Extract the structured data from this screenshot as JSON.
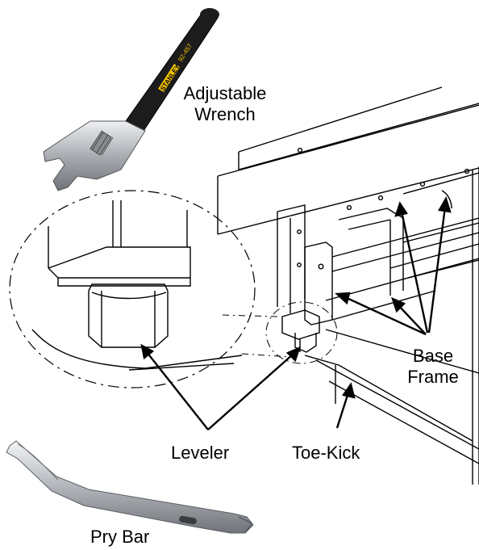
{
  "labels": {
    "wrench_line1": "Adjustable",
    "wrench_line2": "Wrench",
    "base_line1": "Base",
    "base_line2": "Frame",
    "leveler": "Leveler",
    "toe_kick": "Toe-Kick",
    "pry_bar": "Pry Bar"
  },
  "wrench_brand": {
    "brand": "STANLEY",
    "model": "92-457"
  },
  "colors": {
    "line": "#000000",
    "wrench_handle": "#1c1c1c",
    "brand_yellow": "#f2c200",
    "chrome": "#b9bcc0",
    "background": "#ffffff"
  }
}
